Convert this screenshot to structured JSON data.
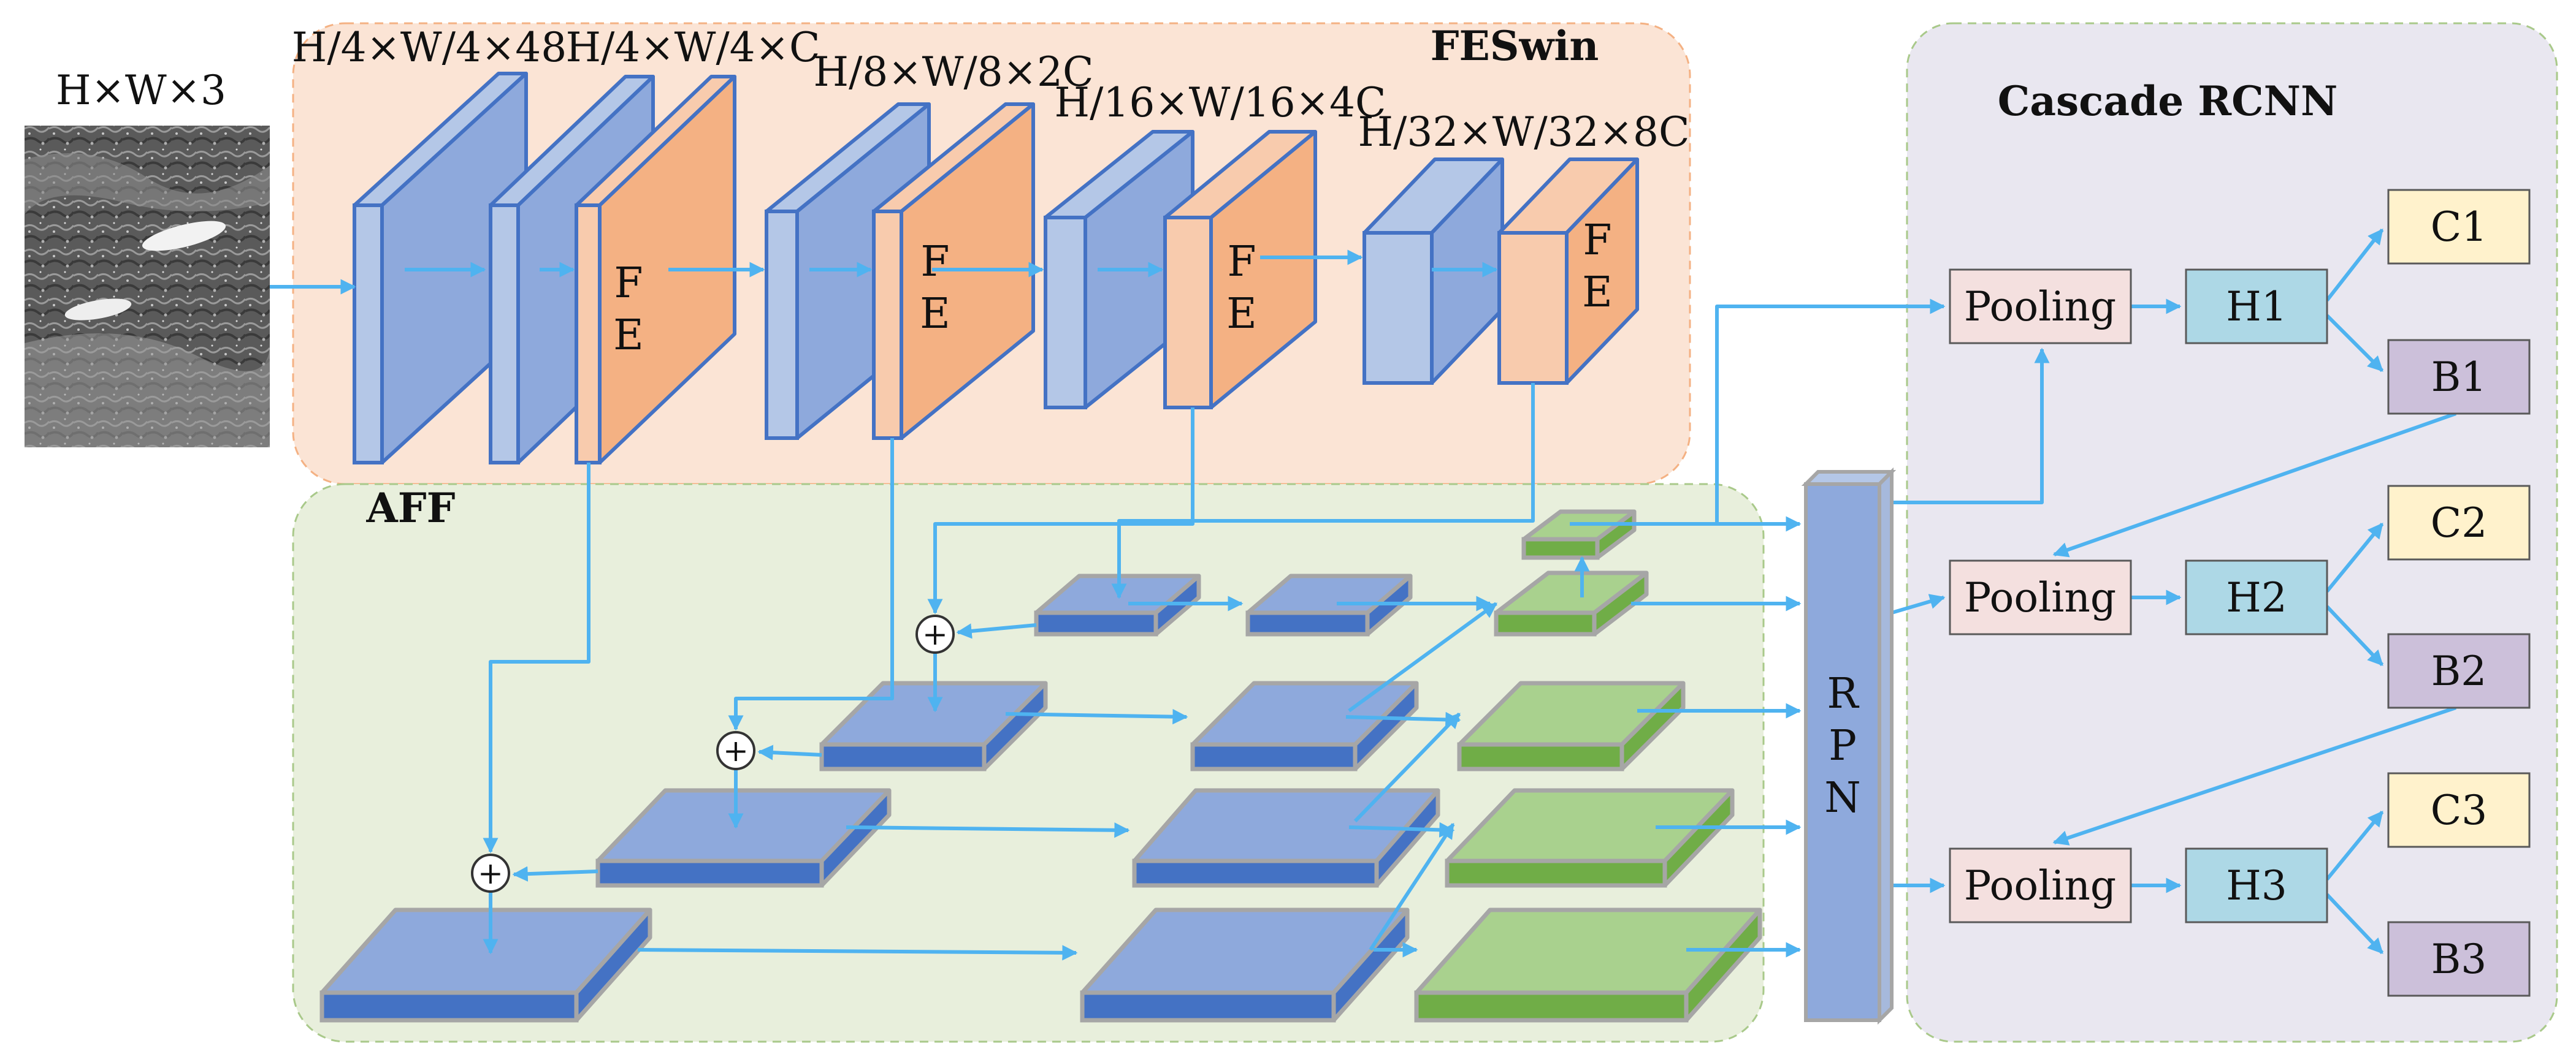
{
  "input": {
    "label": "H×W×3"
  },
  "feswin": {
    "title": "FESwin",
    "stage_labels": [
      "H/4×W/4×48",
      "H/4×W/4×C",
      "H/8×W/8×2C",
      "H/16×W/16×4C",
      "H/32×W/32×8C"
    ],
    "fe_letter_1": "F",
    "fe_letter_2": "E"
  },
  "aff": {
    "title": "AFF",
    "plus": "+"
  },
  "rpn": {
    "letters": [
      "R",
      "P",
      "N"
    ]
  },
  "cascade": {
    "title": "Cascade RCNN",
    "pooling_label": "Pooling",
    "heads": [
      "H1",
      "H2",
      "H3"
    ],
    "classes": [
      "C1",
      "C2",
      "C3"
    ],
    "boxes": [
      "B1",
      "B2",
      "B3"
    ]
  },
  "colors": {
    "arrow": "#4fb3f0",
    "backbone_face": "#8ea9dc",
    "backbone_light": "#b4c7e7",
    "backbone_edge": "#4472c4",
    "fe_face": "#f4b183",
    "fe_light": "#f8cbad",
    "aff_face": "#a9d18e",
    "aff_side": "#70ad47",
    "pooling": "#f4e0df",
    "head": "#add8e6",
    "cls": "#fff2cc",
    "box": "#ccc0da"
  }
}
